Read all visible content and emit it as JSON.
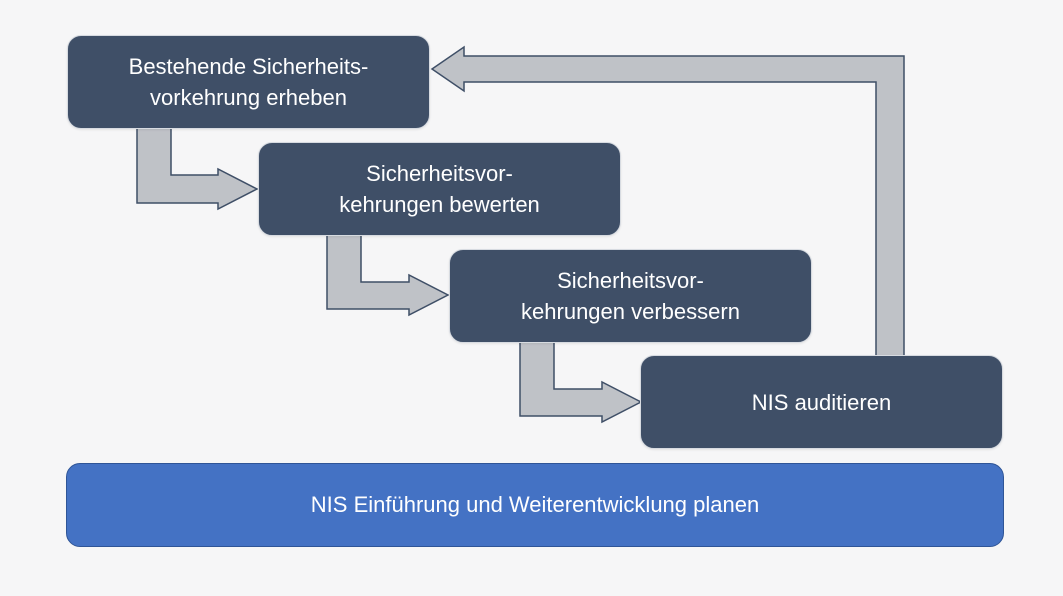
{
  "diagram": {
    "steps": [
      {
        "lines": [
          "Bestehende Sicherheits-",
          "vorkehrung erheben"
        ]
      },
      {
        "lines": [
          "Sicherheitsvor-",
          "kehrungen bewerten"
        ]
      },
      {
        "lines": [
          "Sicherheitsvor-",
          "kehrungen verbessern"
        ]
      },
      {
        "lines": [
          "NIS auditieren"
        ]
      }
    ],
    "base_label": "NIS Einführung und Weiterentwicklung planen"
  },
  "colors": {
    "step_fill": "#3f4f67",
    "base_fill": "#4472c4",
    "arrow_fill": "#bfc2c7",
    "arrow_stroke": "#3f4f67",
    "background": "#f6f6f7"
  }
}
